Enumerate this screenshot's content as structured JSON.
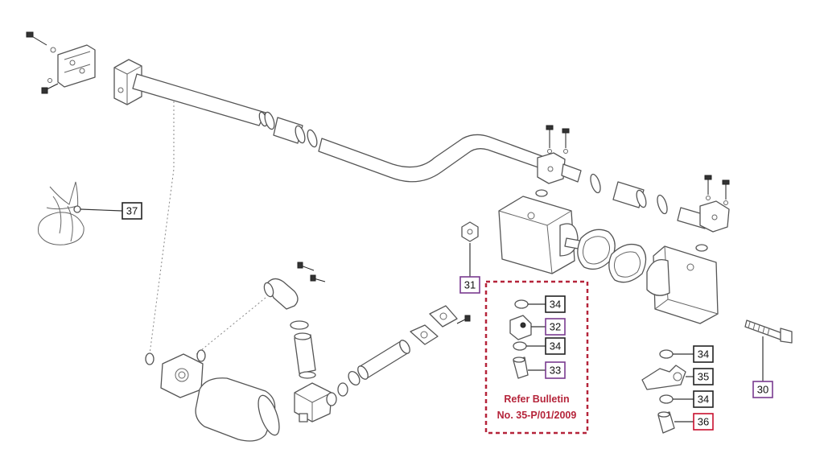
{
  "colors": {
    "black_callout": "#222222",
    "purple_callout": "#7a3b8f",
    "red_callout": "#c8102e",
    "note_red": "#b5243a",
    "line": "#555555"
  },
  "callouts": [
    {
      "id": "c37",
      "label": "37",
      "color": "black"
    },
    {
      "id": "c31",
      "label": "31",
      "color": "purple"
    },
    {
      "id": "c34a",
      "label": "34",
      "color": "black"
    },
    {
      "id": "c32",
      "label": "32",
      "color": "purple"
    },
    {
      "id": "c34b",
      "label": "34",
      "color": "black"
    },
    {
      "id": "c33",
      "label": "33",
      "color": "purple"
    },
    {
      "id": "c34c",
      "label": "34",
      "color": "black"
    },
    {
      "id": "c35",
      "label": "35",
      "color": "black"
    },
    {
      "id": "c34d",
      "label": "34",
      "color": "black"
    },
    {
      "id": "c36",
      "label": "36",
      "color": "red"
    },
    {
      "id": "c30",
      "label": "30",
      "color": "purple"
    }
  ],
  "bulletin_note": {
    "line1": "Refer Bulletin",
    "line2": "No. 35-P/01/2009"
  }
}
